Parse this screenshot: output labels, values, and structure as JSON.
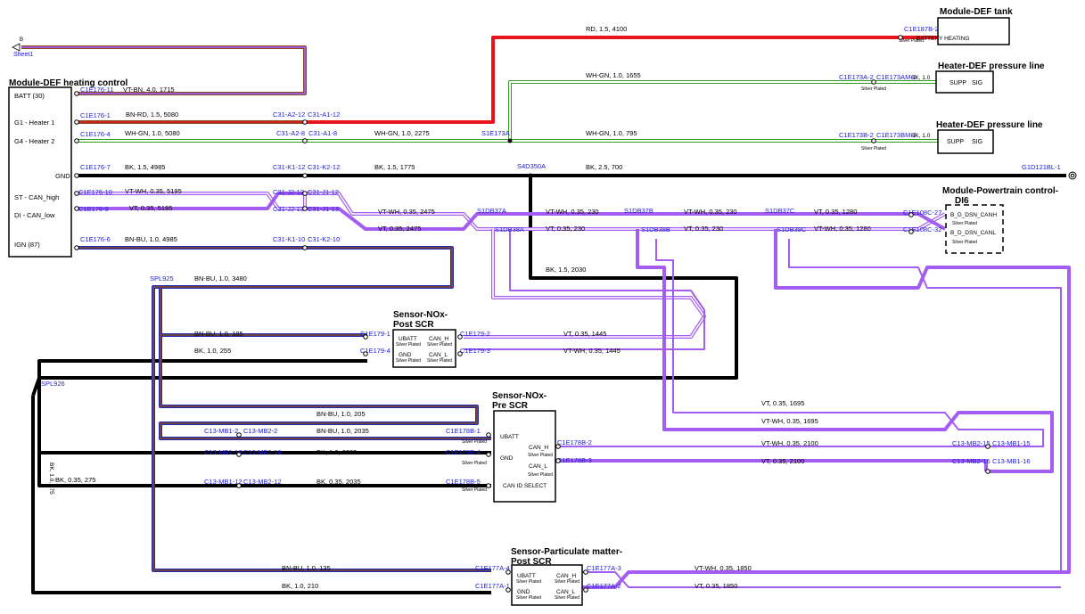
{
  "offpage": {
    "letter": "B",
    "sheet": "Sheet1"
  },
  "modules": {
    "heating": {
      "title": "Module-DEF heating control",
      "pins": [
        "BATT (30)",
        "G1 - Heater 1",
        "G4 - Heater 2",
        "GND",
        "ST - CAN_high",
        "DI - CAN_low",
        "IGN (87)"
      ]
    },
    "tank": {
      "title": "Module-DEF tank",
      "pin": "BATTERY HEATING"
    },
    "pl1": {
      "title": "Heater-DEF pressure line",
      "pins": [
        "SUPP",
        "SIG"
      ]
    },
    "pl2": {
      "title": "Heater-DEF pressure line",
      "pins": [
        "SUPP",
        "SIG"
      ]
    },
    "pcm": {
      "title_line1": "Module-Powertrain control-",
      "title_line2": "DI6",
      "pins": [
        "B_D_DSN_CANH",
        "B_D_DSN_CANL"
      ]
    },
    "noxpost": {
      "title_line1": "Sensor-NOx-",
      "title_line2": "Post SCR",
      "pins": [
        "UBATT",
        "GND",
        "CAN_H",
        "CAN_L"
      ]
    },
    "noxpre": {
      "title_line1": "Sensor-NOx-",
      "title_line2": "Pre SCR",
      "pins": [
        "UBATT",
        "GND",
        "CAN_H",
        "CAN_L",
        "CAN ID SELECT"
      ]
    },
    "pm": {
      "title_line1": "Sensor-Particulate matter-",
      "title_line2": "Post SCR",
      "pins": [
        "UBATT",
        "GND",
        "CAN_H",
        "CAN_L"
      ]
    }
  },
  "plating": "Silver Plated",
  "connectors": {
    "heat": [
      "C1E176-11",
      "C1E176-1",
      "C1E176-4",
      "C1E176-7",
      "C1E176-10",
      "C1E176-9",
      "C1E176-6"
    ],
    "inline": [
      "C31-A2-12",
      "C31-A1-12",
      "C31-A2-8",
      "C31-A1-8",
      "C31-K1-12",
      "C31-K2-12",
      "C31-J2-12",
      "C31-J1-12",
      "C31-J2-13",
      "C31-J1-13",
      "C31-K1-10",
      "C31-K2-10"
    ],
    "tank": "C1E187B-2",
    "pl1": [
      "C1E173A-2",
      "C1E173AM-2"
    ],
    "pl2": [
      "C1E173B-2",
      "C1E173BM-2"
    ],
    "ground": "G1D121BL-1",
    "pcm": [
      "C1E108C-27",
      "C1E108C-32"
    ],
    "noxpost": [
      "C1E179-1",
      "C1E179-4",
      "C1E179-2",
      "C1E179-3"
    ],
    "noxpre": [
      "C1E178B-1",
      "C1E178B-4",
      "C1E178B-5",
      "C1E178B-2",
      "C1E178B-3"
    ],
    "mb": [
      "C13-MB1-2",
      "C13-MB2-2",
      "C13-MB1-18",
      "C13-MB2-18",
      "C13-MB1-12",
      "C13-MB2-12",
      "C13-MB2-15",
      "C13-MB1-15",
      "C13-MB2-16",
      "C13-MB1-16"
    ],
    "pm": [
      "C1E177A-4",
      "C1E177A-1",
      "C1E177A-3",
      "C1E177A-2"
    ]
  },
  "splices": [
    "S1E173A",
    "S4D350A",
    "S1DB37A",
    "S1DB38A",
    "S1DB37B",
    "S1DB38B",
    "S1DB37C",
    "S1DB38C",
    "SPL925",
    "SPL926"
  ],
  "wires": [
    "VT-BN, 4.0, 1715",
    "BN-RD, 1.5, 5080",
    "RD, 1.5, 4100",
    "WH-GN, 1.0, 5080",
    "WH-GN, 1.0, 2275",
    "WH-GN, 1.0, 1655",
    "WH-GN, 1.0, 795",
    "BK, 1.5, 4985",
    "BK, 1.5, 1775",
    "BK, 2.5, 700",
    "VT-WH, 0.35, 5195",
    "VT, 0.35, 5195",
    "VT-WH, 0.35, 2475",
    "VT, 0.35, 2475",
    "VT-WH, 0.35, 230",
    "VT, 0.35, 230",
    "VT-WH, 0.35, 230",
    "VT, 0.35, 230",
    "VT, 0.35, 1280",
    "VT-WH, 0.35, 1280",
    "BN-BU, 1.0, 4985",
    "BK, 1.5, 2030",
    "BN-BU, 1.0, 3480",
    "BN-BU, 1.0, 185",
    "BK, 1.0, 255",
    "VT, 0.35, 1445",
    "VT-WH, 0.35, 1445",
    "VT, 0.35, 1695",
    "VT-WH, 0.35, 1695",
    "BN-BU, 1.0, 205",
    "BN-BU, 1.0, 2035",
    "BK, 1.0, 2035",
    "BK, 0.35, 2035",
    "VT-WH, 0.35, 2100",
    "VT, 0.35, 2100",
    "BK, 0.35, 275",
    "BN-BU, 1.0, 135",
    "BK, 1.0, 210",
    "VT-WH, 0.35, 1850",
    "VT, 0.35, 1850",
    "BK, 1.0, 275",
    "BK, 1.0",
    "BK, 1.0"
  ],
  "colors": {
    "red": "#e8141b",
    "black": "#000000",
    "purple": "#a35df0",
    "green": "#2f9e1f",
    "brown": "#8a4a1e",
    "blue": "#1f2bb5",
    "label_blue": "#1a1ad6"
  }
}
